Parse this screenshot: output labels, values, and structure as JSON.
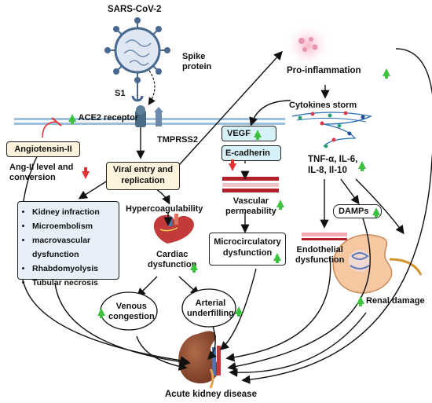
{
  "virus": {
    "name": "SARS-CoV-2",
    "spike": "Spike\nprotein",
    "s1": "S1"
  },
  "receptor": {
    "ace2": "ACE2 receptor",
    "tmprss2": "TMPRSS2"
  },
  "angiotensin": {
    "title": "Angiotensin-II",
    "effect": "Ang-II level and\nconversion"
  },
  "viral_entry": "Viral entry and\nreplication",
  "mechanisms": [
    "Kidney infraction",
    "Microembolism",
    "macrovascular dysfunction",
    "Rhabdomyolysis",
    "Tubular necrosis"
  ],
  "hypercoag": "Hypercoagulability",
  "cardiac": "Cardiac\ndysfunction",
  "venous": "Venous\ncongestion",
  "arterial": "Arterial\nunderfilling",
  "vegf": "VEGF",
  "ecadherin": "E-cadherin",
  "vascular": "Vascular\npermeability",
  "microcirc": "Microcirculatory\ndysfunction",
  "proinflammation": "Pro-inflammation",
  "cytokines": "Cytokines storm",
  "tnf": "TNF-α, IL-6,\nIL-8, Il-10",
  "damps": "DAMPs",
  "endothelial": "Endothelial\ndysfunction",
  "renal": "Renal damage",
  "outcome": "Acute kidney disease",
  "colors": {
    "up": "#3cc23c",
    "down": "#e53030",
    "box_fill": "#fdf2dc",
    "mech_fill": "#e7eff9",
    "cyan_fill": "#d6f1f7"
  }
}
